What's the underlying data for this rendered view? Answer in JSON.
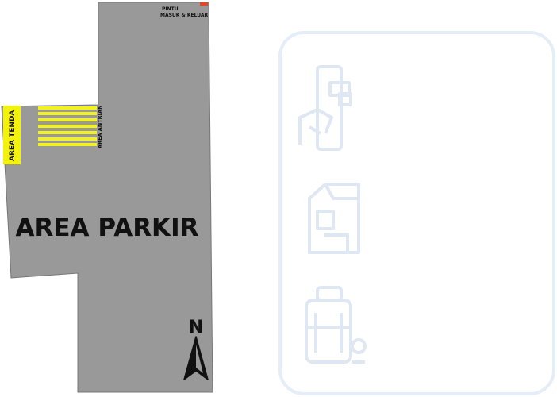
{
  "map": {
    "labels": {
      "gate_line1": "PINTU",
      "gate_line2": "MASUK & KELUAR",
      "tent_area": "AREA TENDA",
      "queue_area": "AREA ANTRIAN",
      "parking_area": "AREA PARKIR",
      "north": "N"
    },
    "colors": {
      "lot": "#999999",
      "lot_outline": "#777777",
      "highlight": "#f2f20a",
      "queue_stripes": "#f2f21e",
      "gate_marker": "#e8451e",
      "text": "#111111",
      "panel_border": "#e4edf8",
      "icon_outline": "#dfe7f2"
    }
  },
  "legend_panel": {
    "icons": [
      "mobile-booking-icon",
      "shop-icon",
      "luggage-icon"
    ]
  }
}
